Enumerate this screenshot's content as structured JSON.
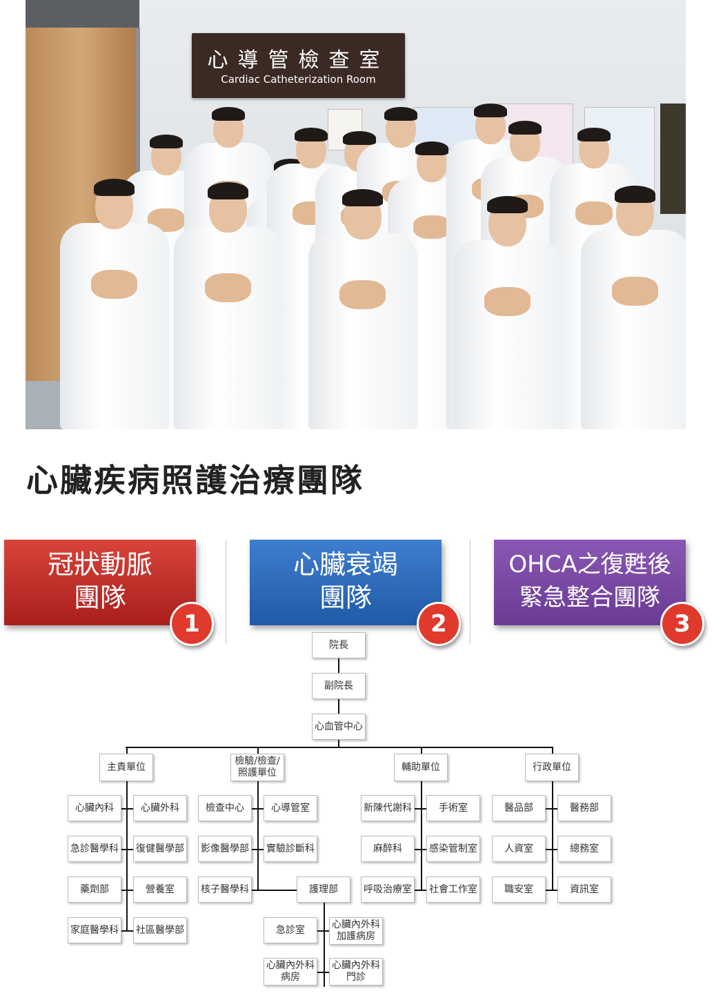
{
  "photo": {
    "sign_zh": "心導管檢查室",
    "sign_en": "Cardiac Catheterization Room"
  },
  "title": "心臟疾病照護治療團隊",
  "teams": [
    {
      "label": "冠狀動脈\n團隊",
      "number": "1",
      "color": "#c0302a"
    },
    {
      "label": "心臟衰竭\n團隊",
      "number": "2",
      "color": "#2d6cbd"
    },
    {
      "label": "OHCA之復甦後\n緊急整合團隊",
      "number": "3",
      "color": "#7a4aa4"
    }
  ],
  "org": {
    "president": "院長",
    "vice_president": "副院長",
    "center": "心血管中心",
    "groups": [
      {
        "label": "主責單位",
        "rows": [
          [
            "心臟內科",
            "心臟外科"
          ],
          [
            "急診醫學科",
            "復健醫學部"
          ],
          [
            "藥劑部",
            "營養室"
          ],
          [
            "家庭醫學科",
            "社區醫學部"
          ]
        ]
      },
      {
        "label": "檢驗/檢查/\n照護單位",
        "rows": [
          [
            "檢查中心",
            "心導管室"
          ],
          [
            "影像醫學部",
            "實驗診斷科"
          ],
          [
            "核子醫學科",
            ""
          ]
        ]
      },
      {
        "label": "輔助單位",
        "rows": [
          [
            "新陳代謝科",
            "手術室"
          ],
          [
            "麻醉科",
            "感染管制室"
          ],
          [
            "呼吸治療室",
            "社會工作室"
          ]
        ]
      },
      {
        "label": "行政單位",
        "rows": [
          [
            "醫品部",
            "醫務部"
          ],
          [
            "人資室",
            "總務室"
          ],
          [
            "職安室",
            "資訊室"
          ]
        ]
      }
    ],
    "nursing": {
      "label": "護理部",
      "children": [
        "急診室",
        "心臟內外科\n加護病房",
        "心臟內外科\n病房",
        "心臟內外科\n門診"
      ]
    }
  }
}
